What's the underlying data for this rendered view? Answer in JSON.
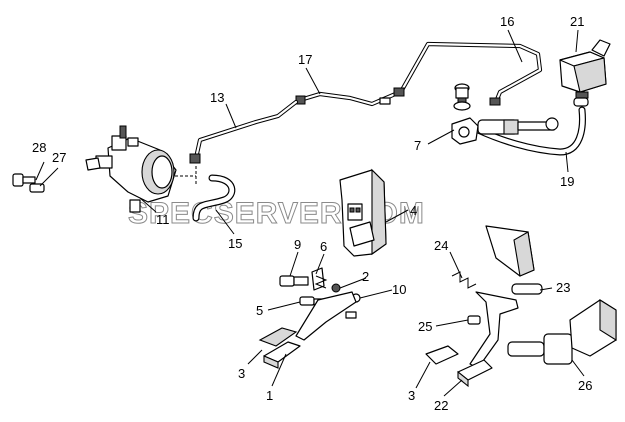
{
  "watermark": "SPECSERVER.COM",
  "callouts": [
    {
      "id": "c1",
      "text": "1"
    },
    {
      "id": "c2",
      "text": "2"
    },
    {
      "id": "c3a",
      "text": "3"
    },
    {
      "id": "c3b",
      "text": "3"
    },
    {
      "id": "c4",
      "text": "4"
    },
    {
      "id": "c5",
      "text": "5"
    },
    {
      "id": "c6",
      "text": "6"
    },
    {
      "id": "c7",
      "text": "7"
    },
    {
      "id": "c9",
      "text": "9"
    },
    {
      "id": "c10",
      "text": "10"
    },
    {
      "id": "c11",
      "text": "11"
    },
    {
      "id": "c13",
      "text": "13"
    },
    {
      "id": "c15",
      "text": "15"
    },
    {
      "id": "c16",
      "text": "16"
    },
    {
      "id": "c17",
      "text": "17"
    },
    {
      "id": "c19",
      "text": "19"
    },
    {
      "id": "c21",
      "text": "21"
    },
    {
      "id": "c22",
      "text": "22"
    },
    {
      "id": "c23",
      "text": "23"
    },
    {
      "id": "c24",
      "text": "24"
    },
    {
      "id": "c25",
      "text": "25"
    },
    {
      "id": "c26",
      "text": "26"
    },
    {
      "id": "c27",
      "text": "27"
    },
    {
      "id": "c28",
      "text": "28"
    }
  ]
}
